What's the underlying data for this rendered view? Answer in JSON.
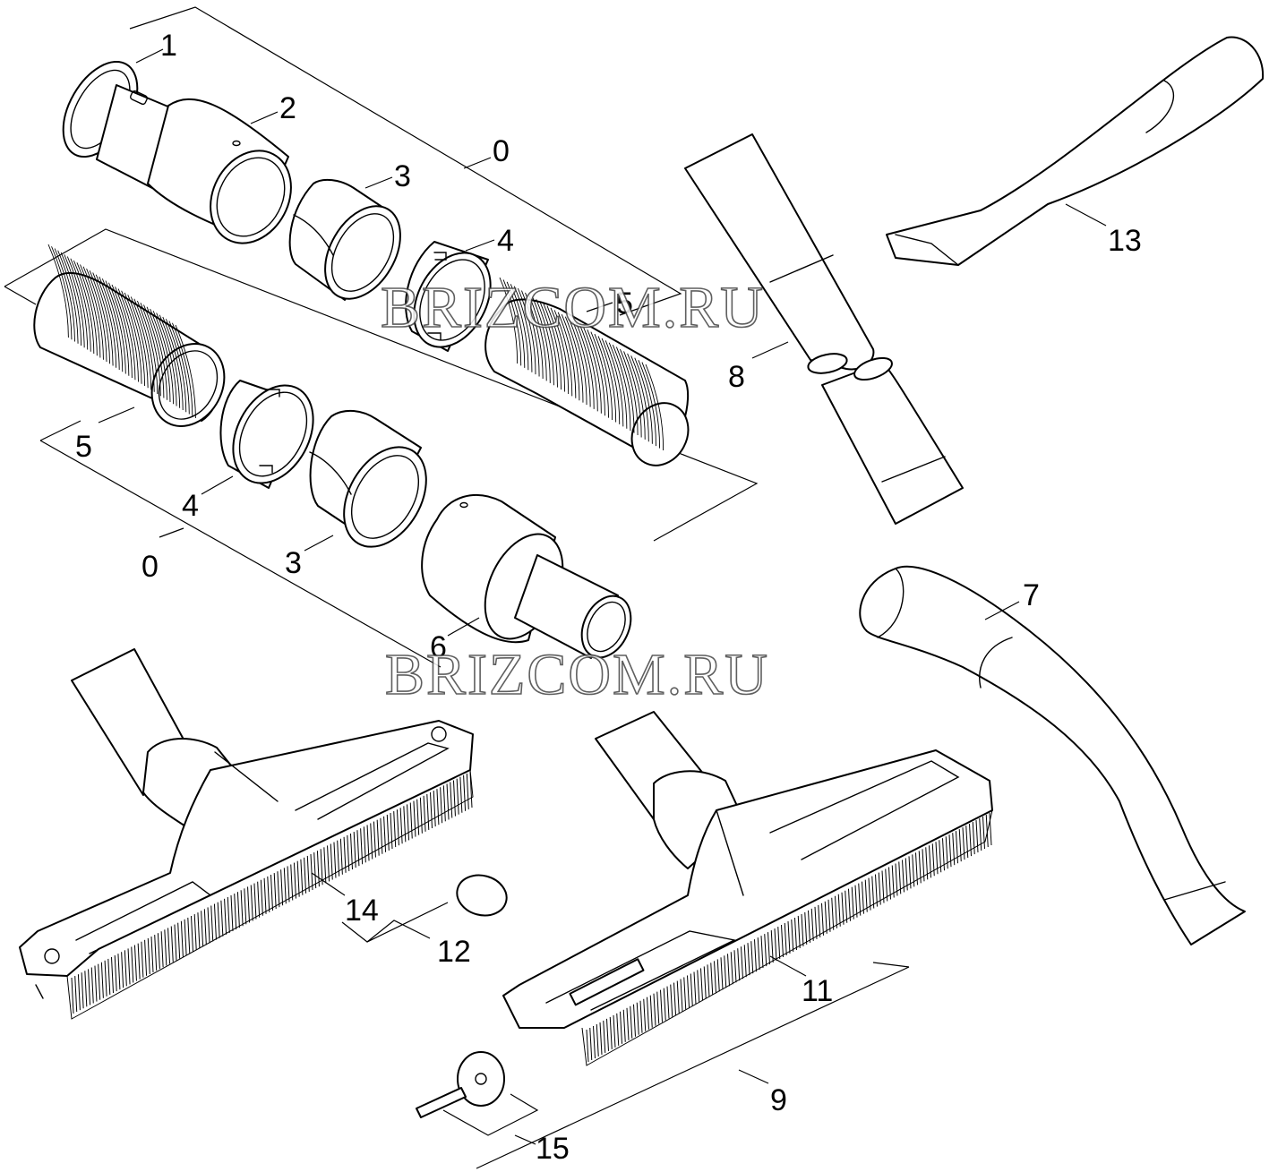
{
  "callouts": {
    "c0a": "0",
    "c0b": "0",
    "c1": "1",
    "c2": "2",
    "c3a": "3",
    "c3b": "3",
    "c4a": "4",
    "c4b": "4",
    "c5a": "5",
    "c5b": "5",
    "c6": "6",
    "c7": "7",
    "c8": "8",
    "c9": "9",
    "c11": "11",
    "c12": "12",
    "c13": "13",
    "c14": "14",
    "c15": "15"
  },
  "watermark": {
    "text": "BRIZCOM.RU"
  },
  "colors": {
    "line": "#000000",
    "background": "#ffffff"
  }
}
